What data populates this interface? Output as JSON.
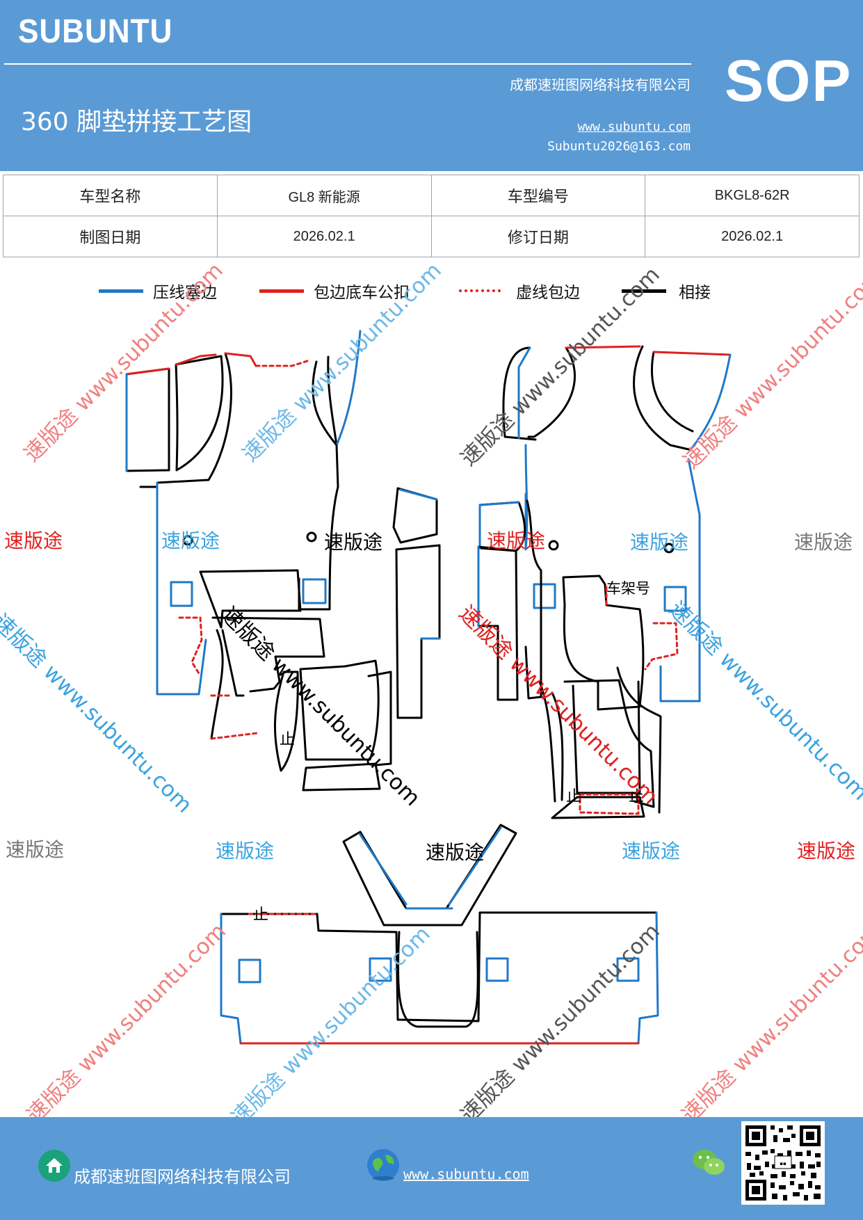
{
  "header": {
    "brand": "SUBUNTU",
    "title": "360 脚垫拼接工艺图",
    "company": "成都速班图网络科技有限公司",
    "website": "www.subuntu.com",
    "email": "Subuntu2026@163.com",
    "badge": "SOP"
  },
  "info": {
    "model_name_label": "车型名称",
    "model_name": "GL8 新能源",
    "model_no_label": "车型编号",
    "model_no": "BKGL8-62R",
    "draw_date_label": "制图日期",
    "draw_date": "2026.02.1",
    "rev_date_label": "修订日期",
    "rev_date": "2026.02.1"
  },
  "legend": [
    {
      "label": "压线塞边",
      "color": "#1f78c8",
      "style": "solid"
    },
    {
      "label": "包边底车公扣",
      "color": "#e02020",
      "style": "solid"
    },
    {
      "label": "虚线包边",
      "color": "#e02020",
      "style": "dashed"
    },
    {
      "label": "相接",
      "color": "#000000",
      "style": "solid"
    }
  ],
  "diagram": {
    "frame_label": "车架号",
    "watermark_text": "速版途",
    "watermark_diag": "速版途 www.subuntu.com"
  },
  "footer": {
    "company": "成都速班图网络科技有限公司",
    "website": "www.subuntu.com",
    "home_icon": "home-icon",
    "globe_icon": "globe-icon",
    "wechat_icon": "wechat-icon"
  }
}
